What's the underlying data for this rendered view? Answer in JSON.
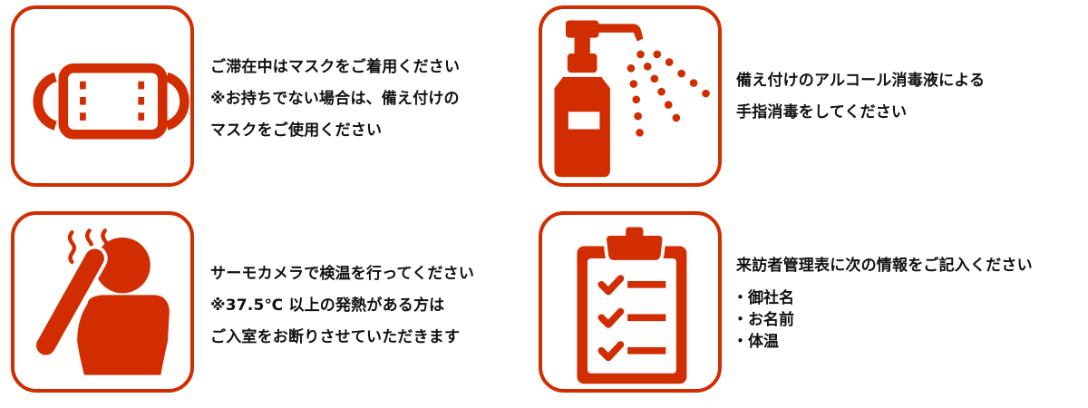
{
  "theme": {
    "accent": "#d22d00",
    "text": "#111111",
    "background": "#ffffff"
  },
  "notices": [
    {
      "icon": "face-mask-icon",
      "lines": [
        "ご滞在中はマスクをご着用ください",
        "※お持ちでない場合は、備え付けの",
        "マスクをご使用ください"
      ]
    },
    {
      "icon": "hand-sanitizer-icon",
      "lines": [
        "備え付けのアルコール消毒液による",
        "手指消毒をしてください"
      ]
    },
    {
      "icon": "fever-person-icon",
      "lines": [
        "サーモカメラで検温を行ってください",
        "※37.5℃ 以上の発熱がある方は",
        "ご入室をお断りさせていただきます"
      ]
    },
    {
      "icon": "clipboard-checklist-icon",
      "lines": [
        "来訪者管理表に次の情報をご記入ください"
      ],
      "items": [
        "・御社名",
        "・お名前",
        "・体温"
      ]
    }
  ]
}
